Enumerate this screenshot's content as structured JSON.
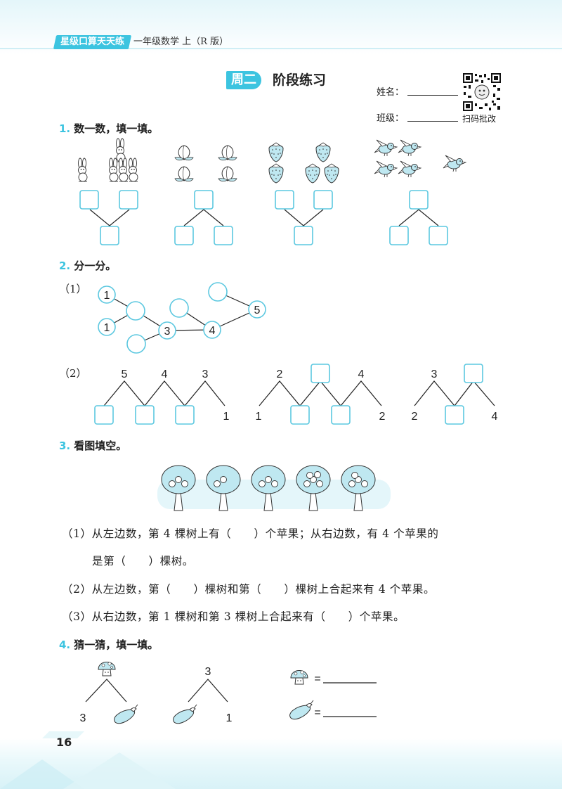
{
  "header": {
    "series": "星级口算天天练",
    "subtitle": "一年级数学 上（R 版）"
  },
  "lesson": {
    "badge": "周二",
    "title": "阶段练习"
  },
  "student": {
    "name_label": "姓名：",
    "class_label": "班级：",
    "qr_caption": "扫码批改"
  },
  "q1": {
    "num": "1.",
    "text": "数一数，填一填。",
    "icons": [
      "rabbit-icon",
      "peach-icon",
      "strawberry-icon",
      "bird-icon"
    ]
  },
  "q2": {
    "num": "2.",
    "text": "分一分。",
    "part1": {
      "label": "（1）",
      "nodes": [
        "1",
        "1",
        "3",
        "4",
        "5"
      ]
    },
    "part2": {
      "label": "（2）",
      "group1": {
        "top": [
          "5",
          "4",
          "3"
        ],
        "bottom_end": "1"
      },
      "group2": {
        "top_left": "2",
        "top_right": "4",
        "bottom_start": "1",
        "bottom_end": "2"
      },
      "group3": {
        "top_left": "3",
        "bottom_start": "2",
        "bottom_end": "4"
      }
    }
  },
  "q3": {
    "num": "3.",
    "text": "看图填空。",
    "trees_apples": [
      3,
      2,
      3,
      5,
      4
    ],
    "line1": "（1）从左边数，第 4 棵树上有（　　）个苹果；从右边数，有 4 个苹果的",
    "line1b": "是第（　　）棵树。",
    "line2": "（2）从左边数，第（　　）棵树和第（　　）棵树上合起来有 4 个苹果。",
    "line3": "（3）从右边数，第 1 棵树和第 3 棵树上合起来有（　　）个苹果。"
  },
  "q4": {
    "num": "4.",
    "text": "猜一猜，填一填。",
    "tree1": {
      "left": "3"
    },
    "tree2": {
      "top": "3",
      "right": "1"
    },
    "eq_sign": "="
  },
  "footer": {
    "page": "16"
  },
  "colors": {
    "accent": "#3cc4e0",
    "box": "#5cc8e0",
    "fruit": "#bfe8f1"
  }
}
